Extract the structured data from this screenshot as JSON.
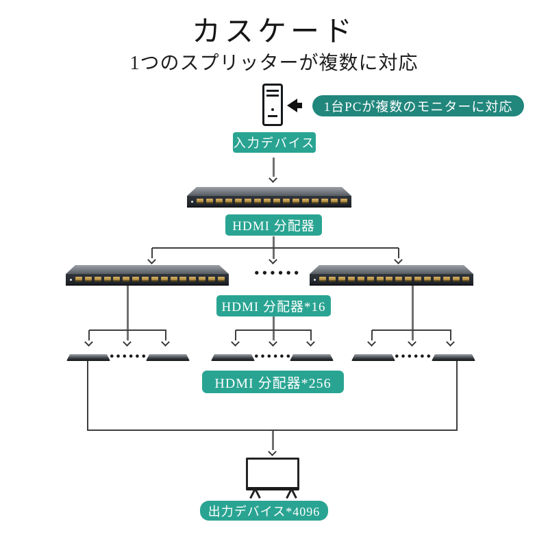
{
  "title": "カスケード",
  "subtitle": "1つのスプリッターが複数に対応",
  "callout": "1台PCが複数のモニターに対応",
  "labels": {
    "input": "入力デバイス",
    "splitter": "HDMI 分配器",
    "splitter16": "HDMI 分配器*16",
    "splitter256": "HDMI 分配器*256",
    "output": "出力デバイス*4096"
  },
  "ellipsis": "••••••",
  "device": {
    "ports": 16
  },
  "colors": {
    "teal": "#2aa492",
    "pill-teal": "#21867c",
    "line": "#3d3d3d",
    "line-gray": "#6f6f6f"
  }
}
